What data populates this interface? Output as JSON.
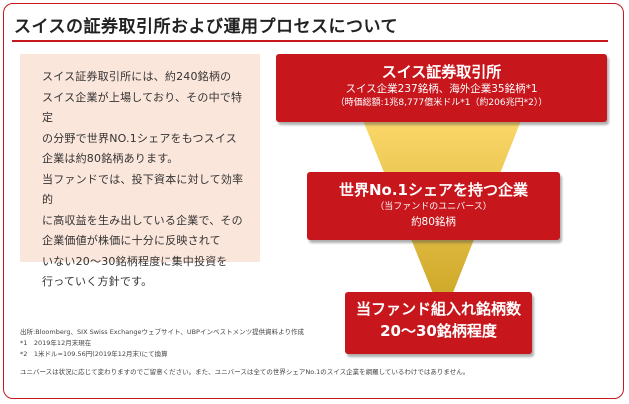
{
  "title": "スイスの証券取引所および運用プロセスについて",
  "explanation": "スイス証券取引所には、約240銘柄の\nスイス企業が上場しており、その中で特定\nの分野で世界NO.1シェアをもつスイス\n企業は約80銘柄あります。\n当ファンドでは、投下資本に対して効率的\nに高収益を生み出している企業で、その\n企業価値が株価に十分に反映されて\nいない20～30銘柄程度に集中投資を\n行っていく方針です。",
  "funnel": {
    "exchange": {
      "heading": "スイス証券取引所",
      "line1": "スイス企業237銘柄、海外企業35銘柄*1",
      "line2": "（時価総額:1兆8,777億米ドル*1（約206兆円*2））"
    },
    "leaders": {
      "heading": "世界No.1シェアを持つ企業",
      "sub": "（当ファンドのユニバース）",
      "count": "約80銘柄"
    },
    "portfolio": {
      "heading1": "当ファンド組入れ銘柄数",
      "heading2": "20～30銘柄程度"
    }
  },
  "notes": {
    "source": "出所:Bloomberg、SIX Swiss Exchangeウェブサイト、UBPインベストメンツ提供資料より作成",
    "note1": "*1　2019年12月末現在",
    "note2": "*2　1米ドル=109.56円(2019年12月末)にて換算",
    "disclaimer": "ユニバースは状況に応じて変わりますのでご留意ください。また、ユニバースは全ての世界シェアNo.1のスイス企業を網羅しているわけではありません。"
  },
  "colors": {
    "accent": "#c8161d",
    "panel": "#fbe6db",
    "funnel_top": "#fbd86a",
    "funnel_bottom": "#c9a321"
  }
}
